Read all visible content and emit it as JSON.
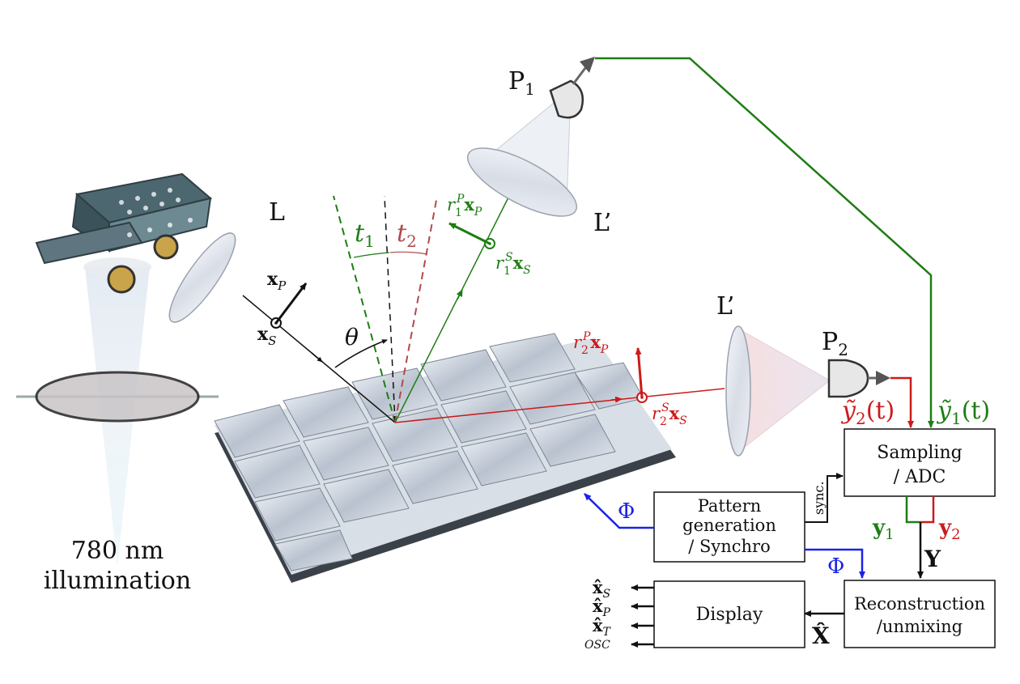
{
  "colors": {
    "black": "#111111",
    "green": "#1e7d14",
    "red": "#cc1a1a",
    "darkred": "#b04a4a",
    "blue": "#1a22e6",
    "gray": "#777777"
  },
  "illumination": {
    "line1": "780 nm",
    "line2": "illumination"
  },
  "lens_labels": {
    "L": "L",
    "L_prime_top": "L’",
    "L_prime_right": "L’"
  },
  "detectors": {
    "P1": {
      "base": "P",
      "sub": "1"
    },
    "P2": {
      "base": "P",
      "sub": "2"
    }
  },
  "angles": {
    "theta": "θ",
    "t1": {
      "base": "t",
      "sub": "1"
    },
    "t2": {
      "base": "t",
      "sub": "2"
    }
  },
  "polarization": {
    "incident_P": {
      "base": "x",
      "sub": "P"
    },
    "incident_S": {
      "base": "x",
      "sub": "S"
    },
    "r1P": {
      "r": "r",
      "sub": "1",
      "sup": "P",
      "x": "x",
      "xsub": "P"
    },
    "r1S": {
      "r": "r",
      "sub": "1",
      "sup": "S",
      "x": "x",
      "xsub": "S"
    },
    "r2P": {
      "r": "r",
      "sub": "2",
      "sup": "P",
      "x": "x",
      "xsub": "P"
    },
    "r2S": {
      "r": "r",
      "sub": "2",
      "sup": "S",
      "x": "x",
      "xsub": "S"
    }
  },
  "signals": {
    "y1t": {
      "base": "ỹ",
      "sub": "1",
      "arg": "(t)"
    },
    "y2t": {
      "base": "ỹ",
      "sub": "2",
      "arg": "(t)"
    },
    "y1": {
      "base": "y",
      "sub": "1"
    },
    "y2": {
      "base": "y",
      "sub": "2"
    },
    "Y": "Y",
    "Phi_dmd": "Φ",
    "Phi_recon": "Φ",
    "Xhat": "X̂",
    "sync": "sync."
  },
  "blocks": {
    "sampling": {
      "line1": "Sampling",
      "line2": "/ ADC"
    },
    "pattern": {
      "line1": "Pattern",
      "line2": "generation",
      "line3": "/ Synchro"
    },
    "display": {
      "line1": "Display"
    },
    "reconstruction": {
      "line1": "Reconstruction",
      "line2": "/unmixing"
    }
  },
  "outputs": [
    {
      "base": "x̂",
      "sub": "S"
    },
    {
      "base": "x̂",
      "sub": "P"
    },
    {
      "base": "x̂",
      "sub": "T"
    },
    {
      "base": "",
      "sub": "OSC"
    }
  ]
}
